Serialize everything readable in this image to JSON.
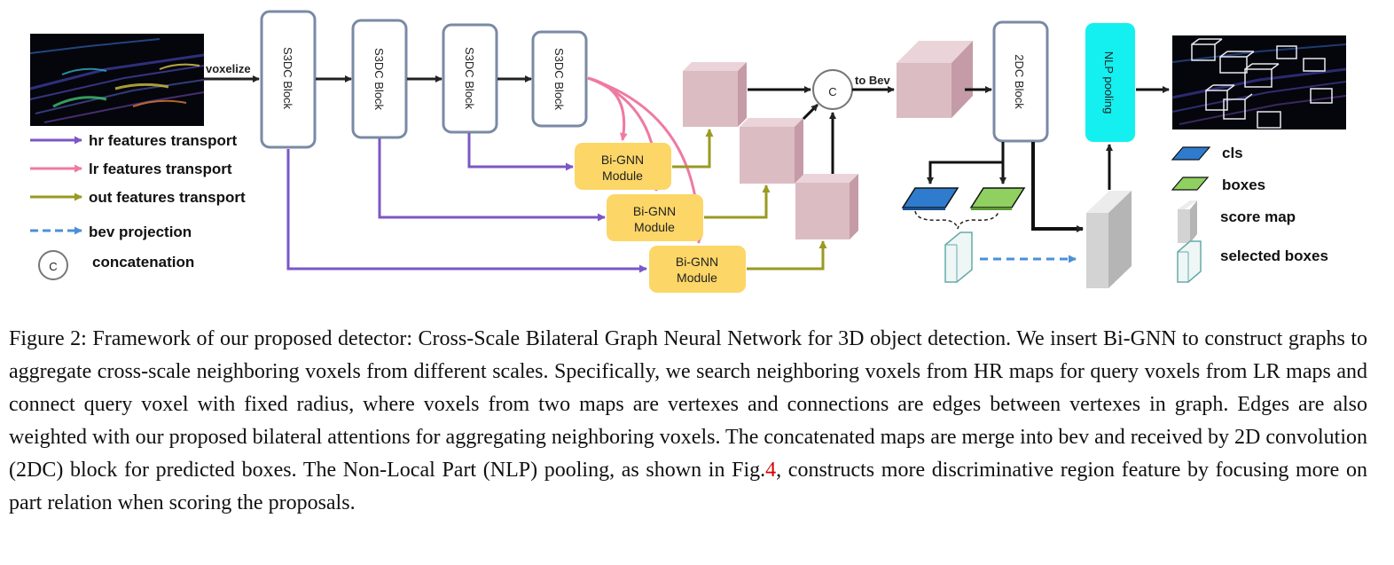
{
  "diagram": {
    "voxelize": "voxelize",
    "s3dc_block": "S3DC Block",
    "bi_gnn_line1": "Bi-GNN",
    "bi_gnn_line2": "Module",
    "concat_symbol": "C",
    "to_bev": "to Bev",
    "block_2dc": "2DC Block",
    "nlp_pooling": "NLP pooling",
    "legend_left": [
      "hr features transport",
      "lr features transport",
      "out features transport",
      "bev projection",
      "concatenation"
    ],
    "legend_right": [
      "cls",
      "boxes",
      "score map",
      "selected boxes"
    ],
    "colors": {
      "hr": "#7b57c6",
      "lr": "#ee7aa3",
      "out": "#999a22",
      "bev": "#4a90d9",
      "gnn": "#fcd667",
      "feature_cube": "#dcbcc3",
      "block_border": "#7a8aa5",
      "nlp": "#14f0f0",
      "cls": "#2f7ccf",
      "boxes": "#8fd060",
      "score_map": "#d3d3d3"
    }
  },
  "caption": {
    "part1": "Figure 2: Framework of our proposed detector: Cross-Scale Bilateral Graph Neural Network for 3D object detection. We insert Bi-GNN to construct graphs to aggregate cross-scale neighboring voxels from different scales. Specifically, we search neighboring voxels from HR maps for query voxels from LR maps and connect query voxel with fixed radius, where voxels from two maps are vertexes and connections are edges between vertexes in graph. Edges are also weighted with our proposed bilateral attentions for aggregating neighboring voxels. The concatenated maps are merge into bev and received by 2D convolution (2DC) block for predicted boxes. The Non-Local Part (NLP) pooling, as shown in Fig.",
    "ref": "4",
    "part2": ", constructs more discriminative region feature by focusing more on part relation when scoring the proposals."
  }
}
